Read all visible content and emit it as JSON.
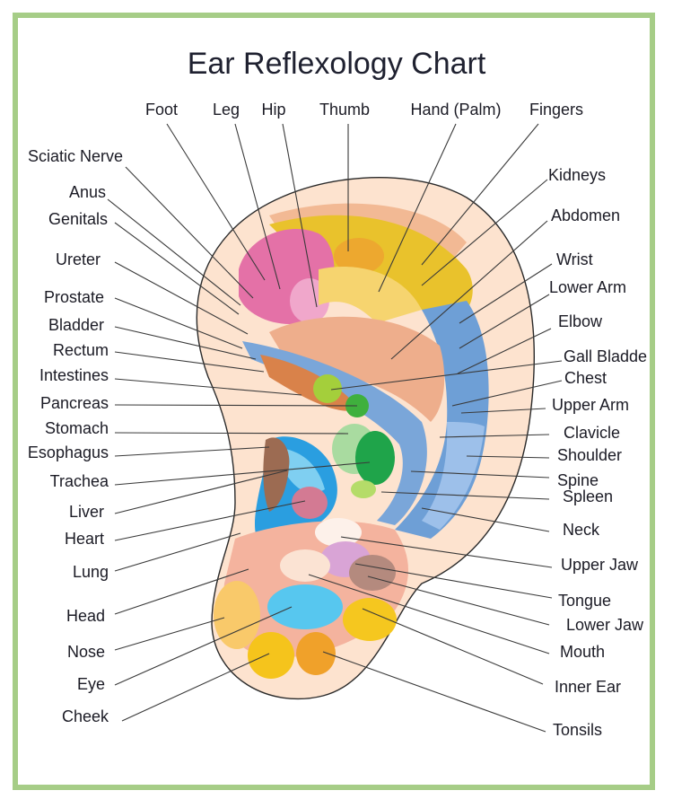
{
  "title": "Ear Reflexology Chart",
  "labels": {
    "foot": "Foot",
    "leg": "Leg",
    "hip": "Hip",
    "thumb": "Thumb",
    "hand_palm": "Hand (Palm)",
    "fingers": "Fingers",
    "sciatic_nerve": "Sciatic Nerve",
    "anus": "Anus",
    "genitals": "Genitals",
    "ureter": "Ureter",
    "prostate": "Prostate",
    "bladder": "Bladder",
    "rectum": "Rectum",
    "intestines": "Intestines",
    "pancreas": "Pancreas",
    "stomach": "Stomach",
    "esophagus": "Esophagus",
    "trachea": "Trachea",
    "liver": "Liver",
    "heart": "Heart",
    "lung": "Lung",
    "head": "Head",
    "nose": "Nose",
    "eye": "Eye",
    "cheek": "Cheek",
    "kidneys": "Kidneys",
    "abdomen": "Abdomen",
    "wrist": "Wrist",
    "lower_arm": "Lower Arm",
    "elbow": "Elbow",
    "gall_bladder": "Gall Bladde",
    "chest": "Chest",
    "upper_arm": "Upper Arm",
    "clavicle": "Clavicle",
    "shoulder": "Shoulder",
    "spine": "Spine",
    "spleen": "Spleen",
    "neck": "Neck",
    "upper_jaw": "Upper Jaw",
    "tongue": "Tongue",
    "lower_jaw": "Lower Jaw",
    "mouth": "Mouth",
    "inner_ear": "Inner Ear",
    "tonsils": "Tonsils"
  }
}
